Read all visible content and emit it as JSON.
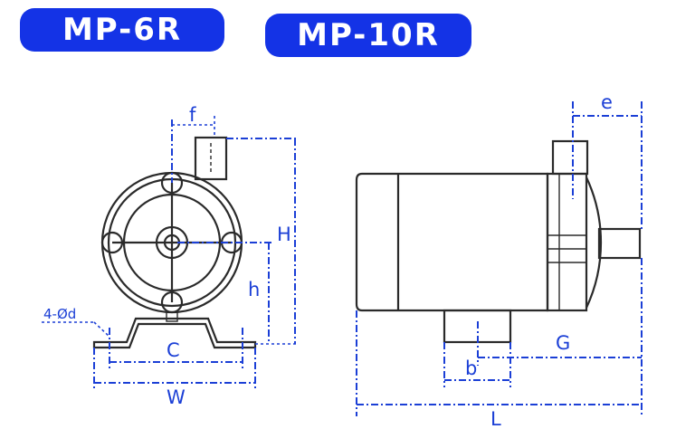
{
  "models": {
    "left": "MP-6R",
    "right": "MP-10R"
  },
  "labels": {
    "f": "f",
    "H": "H",
    "h": "h",
    "hole": "4-Ød",
    "C": "C",
    "W": "W",
    "e": "e",
    "G": "G",
    "b": "b",
    "L": "L"
  },
  "colors": {
    "badge": "#1433e6",
    "dimension": "#1b3fd6",
    "outline": "#2a2a2a"
  }
}
